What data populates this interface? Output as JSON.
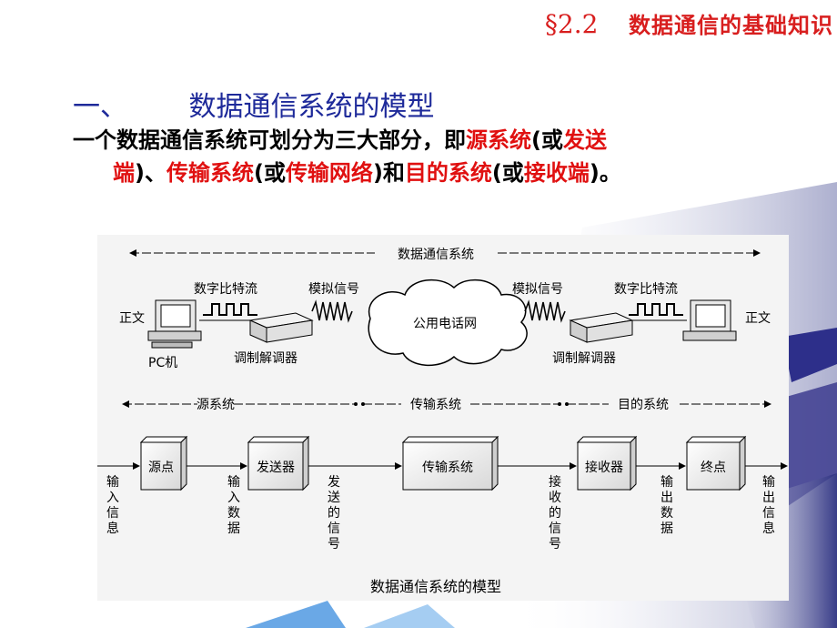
{
  "header": {
    "section": "§2.2",
    "title": "数据通信的基础知识"
  },
  "heading": {
    "number": "一、",
    "text": "数据通信系统的模型"
  },
  "paragraph": {
    "p1": "一个数据通信系统可划分为三大部分，即",
    "r1": "源系统",
    "p2": "(或",
    "r2": "发送",
    "r3": "端",
    "p3": ")、",
    "r4": "传输系统",
    "p4": "(或",
    "r5": "传输网络",
    "p5": ")和",
    "r6": "目的系统",
    "p6": "(或",
    "r7": "接收端",
    "p7": ")。"
  },
  "figure": {
    "top_span": "数据通信系统",
    "bit_stream_left": "数字比特流",
    "analog_left": "模拟信号",
    "analog_right": "模拟信号",
    "bit_stream_right": "数字比特流",
    "text_left": "正文",
    "text_right": "正文",
    "pc": "PC机",
    "network": "公用电话网",
    "modem_left": "调制解调器",
    "modem_right": "调制解调器",
    "span_source": "源系统",
    "span_transmission": "传输系统",
    "span_destination": "目的系统",
    "box_source": "源点",
    "box_transmitter": "发送器",
    "box_transmission": "传输系统",
    "box_receiver": "接收器",
    "box_sink": "终点",
    "label_input_info": "输入信息",
    "label_input_data": "输入数据",
    "label_sent_signal": "发送的信号",
    "label_received_signal": "接收的信号",
    "label_output_data": "输出数据",
    "label_output_info": "输出信息",
    "caption": "数据通信系统的模型"
  }
}
